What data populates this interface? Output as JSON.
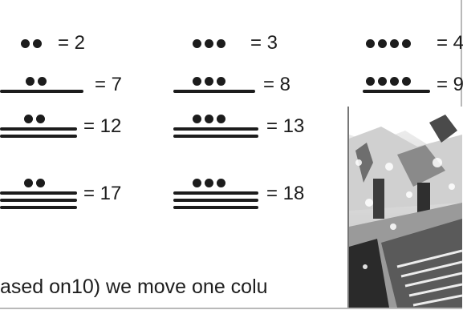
{
  "header": {
    "partial_text": "…"
  },
  "numerals": [
    {
      "dots": 2,
      "bars": 0,
      "label": "= 2"
    },
    {
      "dots": 3,
      "bars": 0,
      "label": "= 3"
    },
    {
      "dots": 4,
      "bars": 0,
      "label": "= 4"
    },
    {
      "dots": 2,
      "bars": 1,
      "label": "= 7"
    },
    {
      "dots": 3,
      "bars": 1,
      "label": "= 8"
    },
    {
      "dots": 4,
      "bars": 1,
      "label": "= 9"
    },
    {
      "dots": 2,
      "bars": 2,
      "label": "= 12"
    },
    {
      "dots": 3,
      "bars": 2,
      "label": "= 13"
    },
    {
      "dots": 2,
      "bars": 3,
      "label": "= 17"
    },
    {
      "dots": 3,
      "bars": 3,
      "label": "= 18"
    }
  ],
  "body_text": "ased on10) we move one colu",
  "photo": {
    "icon": "mayan-ruins-photo"
  }
}
